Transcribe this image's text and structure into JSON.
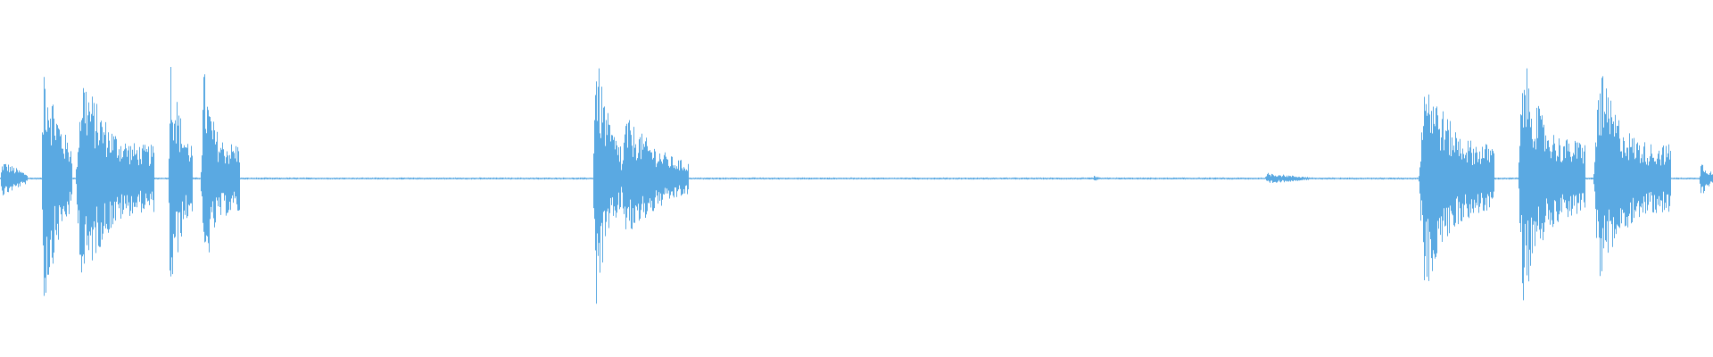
{
  "waveform": {
    "color": "#5aa9e2",
    "background": "#ffffff",
    "bursts": [
      {
        "start": 0.0,
        "end": 0.016,
        "peak": 0.12,
        "decay": 0.9
      },
      {
        "start": 0.024,
        "end": 0.042,
        "peak": 0.87,
        "decay": 0.6
      },
      {
        "start": 0.044,
        "end": 0.09,
        "peak": 0.82,
        "decay": 0.35
      },
      {
        "start": 0.098,
        "end": 0.112,
        "peak": 0.9,
        "decay": 0.5
      },
      {
        "start": 0.117,
        "end": 0.14,
        "peak": 0.87,
        "decay": 0.25
      },
      {
        "start": 0.346,
        "end": 0.362,
        "peak": 0.92,
        "decay": 0.55
      },
      {
        "start": 0.362,
        "end": 0.402,
        "peak": 0.42,
        "decay": 0.6
      },
      {
        "start": 0.638,
        "end": 0.642,
        "peak": 0.02,
        "decay": 0.9
      },
      {
        "start": 0.738,
        "end": 0.765,
        "peak": 0.04,
        "decay": 0.7
      },
      {
        "start": 0.828,
        "end": 0.872,
        "peak": 0.85,
        "decay": 0.35
      },
      {
        "start": 0.886,
        "end": 0.925,
        "peak": 0.93,
        "decay": 0.3
      },
      {
        "start": 0.93,
        "end": 0.975,
        "peak": 0.84,
        "decay": 0.3
      },
      {
        "start": 0.992,
        "end": 1.0,
        "peak": 0.12,
        "decay": 0.9
      }
    ],
    "baseline_level": 0.006
  }
}
